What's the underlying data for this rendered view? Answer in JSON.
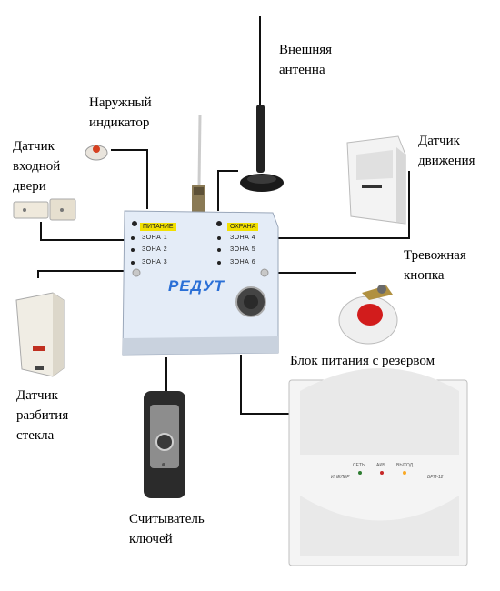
{
  "labels": {
    "antenna": [
      "Внешняя",
      "антенна"
    ],
    "indicator": [
      "Наружный",
      "индикатор"
    ],
    "door_sensor": [
      "Датчик",
      "входной",
      "двери"
    ],
    "motion_sensor": [
      "Датчик",
      "движения"
    ],
    "panic_button": [
      "Тревожная",
      "кнопка"
    ],
    "power_supply": [
      "Блок питания с резервом"
    ],
    "glass_sensor": [
      "Датчик",
      "разбития",
      "стекла"
    ],
    "key_reader": [
      "Считыватель",
      "ключей"
    ]
  },
  "panel": {
    "power_tag": "ПИТАНИЕ",
    "guard_tag": "ОХРАНА",
    "zones_left": [
      "ЗОНА 1",
      "ЗОНА 2",
      "ЗОНА 3"
    ],
    "zones_right": [
      "ЗОНА 4",
      "ЗОНА 5",
      "ЗОНА 6"
    ],
    "brand": "РЕДУТ"
  },
  "psu": {
    "indicators": [
      "СЕТЬ",
      "АКБ",
      "ВЫХОД"
    ],
    "brand": "ИНЕЛЕР",
    "model": "БРП-12"
  },
  "colors": {
    "tag": "#f2e000",
    "brand": "#2a6fd6",
    "panic_button": "#d21c1c"
  }
}
